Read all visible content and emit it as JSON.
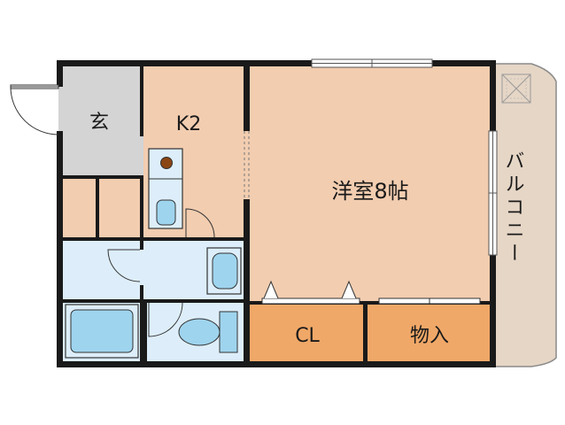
{
  "rooms": {
    "entrance": "玄",
    "kitchen": "K2",
    "western_room": "洋室8帖",
    "closet": "CL",
    "storage": "物入",
    "balcony": "バルコニー"
  },
  "colors": {
    "wall": "#1a1a1a",
    "entrance_floor": "#d4d4d4",
    "wood_floor": "#f2cdb0",
    "wet_area": "#ddeefa",
    "fixture_blue": "#9fd4ee",
    "closet_orange": "#f0a868",
    "balcony": "#e6d6c6",
    "stove_brown": "#8b4513"
  }
}
